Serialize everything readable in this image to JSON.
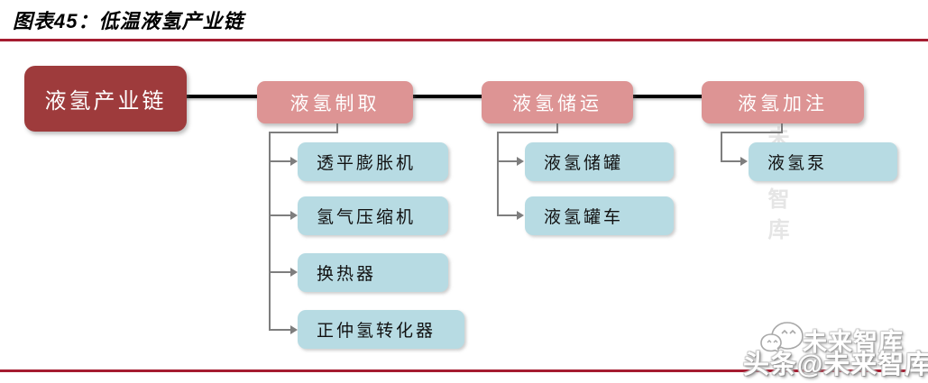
{
  "title": "图表45：低温液氢产业链",
  "colors": {
    "rule": "#A51C30",
    "root_box": "#9E3B3C",
    "stage_box": "#DD9494",
    "leaf_box": "#B7DBE3",
    "trunk_connector": "#000000",
    "branch_connector": "#7E7E7E",
    "box_text_light": "#FFFFFF",
    "box_text_dark": "#111111"
  },
  "diagram": {
    "root": {
      "label": "液氢产业链"
    },
    "stages": [
      {
        "label": "液氢制取",
        "children": [
          "透平膨胀机",
          "氢气压缩机",
          "换热器",
          "正仲氢转化器"
        ]
      },
      {
        "label": "液氢储运",
        "children": [
          "液氢储罐",
          "液氢罐车"
        ]
      },
      {
        "label": "液氢加注",
        "children": [
          "液氢泵"
        ]
      }
    ]
  },
  "watermark": {
    "ghost_line": "未来智库",
    "main_line": "头条@未来智库",
    "vertical_line": "未来智库",
    "logo": "chat-bubbles-icon"
  }
}
